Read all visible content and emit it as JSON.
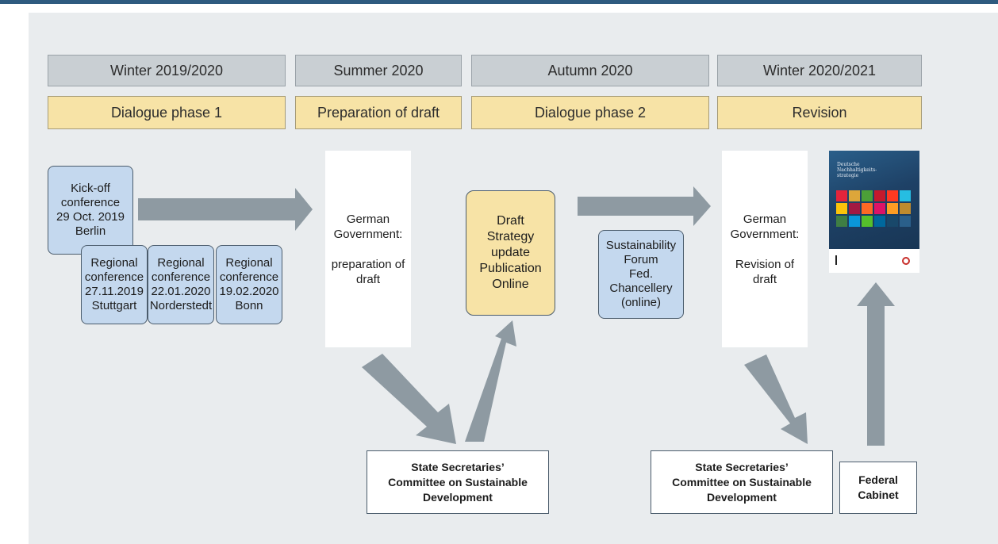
{
  "seasons": [
    "Winter 2019/2020",
    "Summer 2020",
    "Autumn 2020",
    "Winter 2020/2021"
  ],
  "phases": [
    "Dialogue phase 1",
    "Preparation of draft",
    "Dialogue phase 2",
    "Revision"
  ],
  "kickoff": "Kick-off\nconference\n29 Oct. 2019\nBerlin",
  "regional": [
    "Regional\nconference\n27.11.2019\nStuttgart",
    "Regional\nconference\n22.01.2020\nNorderstedt",
    "Regional\nconference\n19.02.2020\nBonn"
  ],
  "gov_prep": "German\nGovernment:\n\npreparation of\ndraft",
  "draft": "Draft\nStrategy\nupdate\nPublication\nOnline",
  "forum": "Sustainability\nForum\nFed.\nChancellery\n(online)",
  "gov_rev": "German\nGovernment:\n\nRevision of\ndraft",
  "committee_1": "State Secretaries’\nCommittee on Sustainable\nDevelopment",
  "committee_2": "State Secretaries’\nCommittee on Sustainable\nDevelopment",
  "cabinet": "Federal\nCabinet",
  "cover": {
    "title": "Deutsche\nNachhaltigkeits-\nstrategie",
    "tile_colors": [
      "#e5243b",
      "#dda63a",
      "#4c9f38",
      "#c5192d",
      "#ff3a21",
      "#26bde2",
      "#fcc30b",
      "#a21942",
      "#fd6925",
      "#dd1367",
      "#fd9d24",
      "#bf8b2e",
      "#3f7e44",
      "#0a97d9",
      "#56c02b",
      "#00689d",
      "#19486a",
      "#2a5f8a"
    ]
  },
  "colors": {
    "arrow": "#8e9aa2",
    "season_fill": "#c9cfd3",
    "phase_fill": "#f7e3a6",
    "conference_fill": "#c4d8ee",
    "panel": "#e9ecee",
    "top_rule": "#2e5b7f"
  }
}
